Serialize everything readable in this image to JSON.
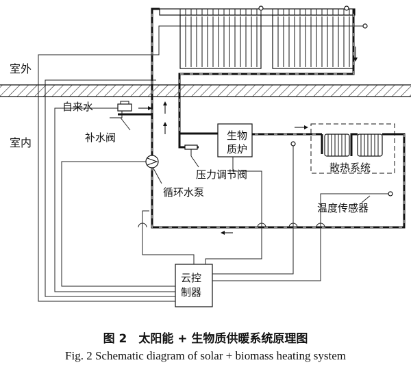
{
  "labels": {
    "outdoor": "室外",
    "indoor": "室内",
    "tap_water": "自来水",
    "makeup_valve": "补水阀",
    "boiler_line1": "生物",
    "boiler_line2": "质炉",
    "pressure_valve": "压力调节阀",
    "pump": "循环水泵",
    "radiator": "散热系统",
    "temp_sensor": "温度传感器",
    "controller_line1": "云控",
    "controller_line2": "制器"
  },
  "caption": {
    "chinese": "图 2　太阳能 + 生物质供暖系统原理图",
    "english": "Fig. 2 Schematic diagram of solar + biomass heating system"
  },
  "colors": {
    "line": "#111111",
    "background": "#ffffff"
  }
}
